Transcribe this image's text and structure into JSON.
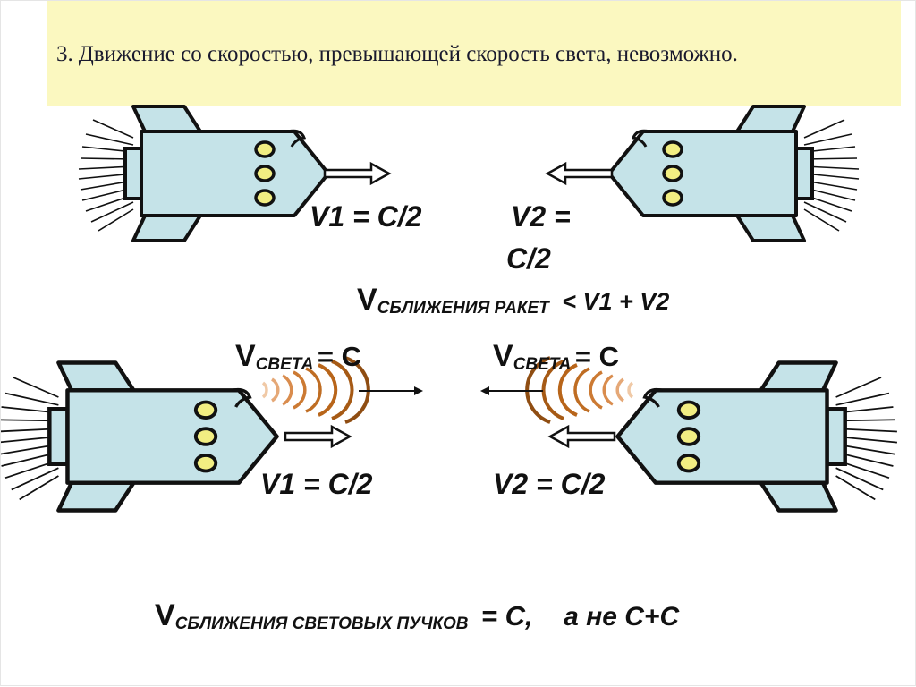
{
  "title": {
    "number": "3.",
    "text": "Движение со скоростью, превышающей скорость света, невозможно."
  },
  "labels": {
    "top_left_v1": "V1 = C/2",
    "top_right_v2_line1": "V2 =",
    "top_right_v2_line2": "C/2",
    "bottom_left_v1": "V1 = C/2",
    "bottom_right_v2": "V2 = C/2"
  },
  "formula_rockets": {
    "v": "V",
    "sub": "СБЛИЖЕНИЯ РАКЕТ",
    "rest": "< V1 + V2"
  },
  "light_left": {
    "v": "V",
    "sub": "СВЕТА",
    "rest": "= C"
  },
  "light_right": {
    "v": "V",
    "sub": "СВЕТА",
    "rest": "= C"
  },
  "formula_beams": {
    "v": "V",
    "sub": "СБЛИЖЕНИЯ СВЕТОВЫХ ПУЧКОВ",
    "rest": "= C,",
    "tail": "а не С+С"
  },
  "colors": {
    "rocket_fill": "#c5e3e8",
    "porthole": "#f2ee82",
    "title_bg": "#fbf8c0",
    "wave": "#b8651a"
  }
}
